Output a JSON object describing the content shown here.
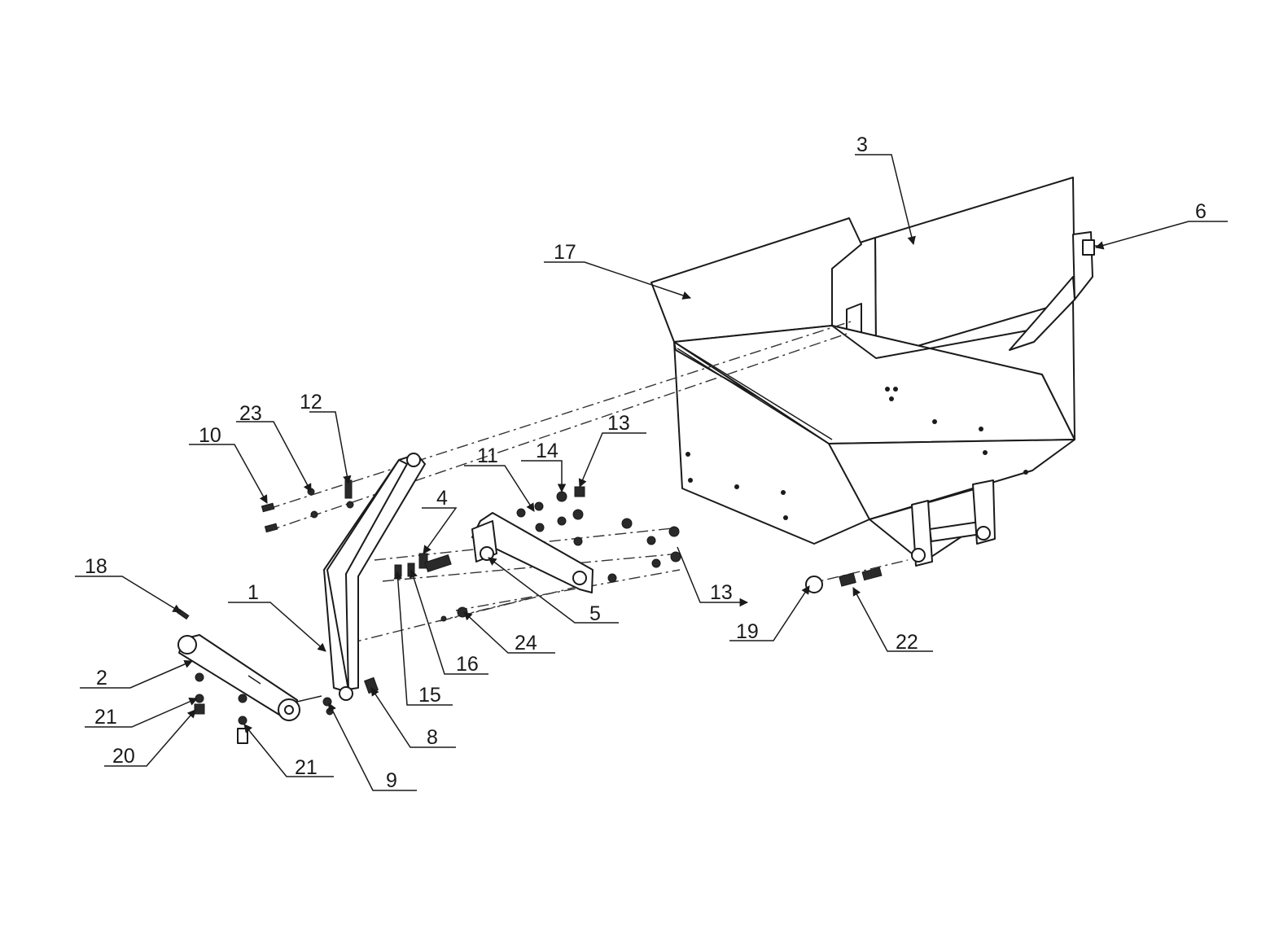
{
  "callouts": {
    "c1": "1",
    "c2": "2",
    "c3": "3",
    "c4": "4",
    "c5": "5",
    "c6": "6",
    "c8": "8",
    "c9": "9",
    "c10": "10",
    "c11": "11",
    "c12": "12",
    "c13a": "13",
    "c13b": "13",
    "c14": "14",
    "c15": "15",
    "c16": "16",
    "c17": "17",
    "c18": "18",
    "c19": "19",
    "c20": "20",
    "c21a": "21",
    "c21b": "21",
    "c22": "22",
    "c23": "23",
    "c24": "24"
  }
}
